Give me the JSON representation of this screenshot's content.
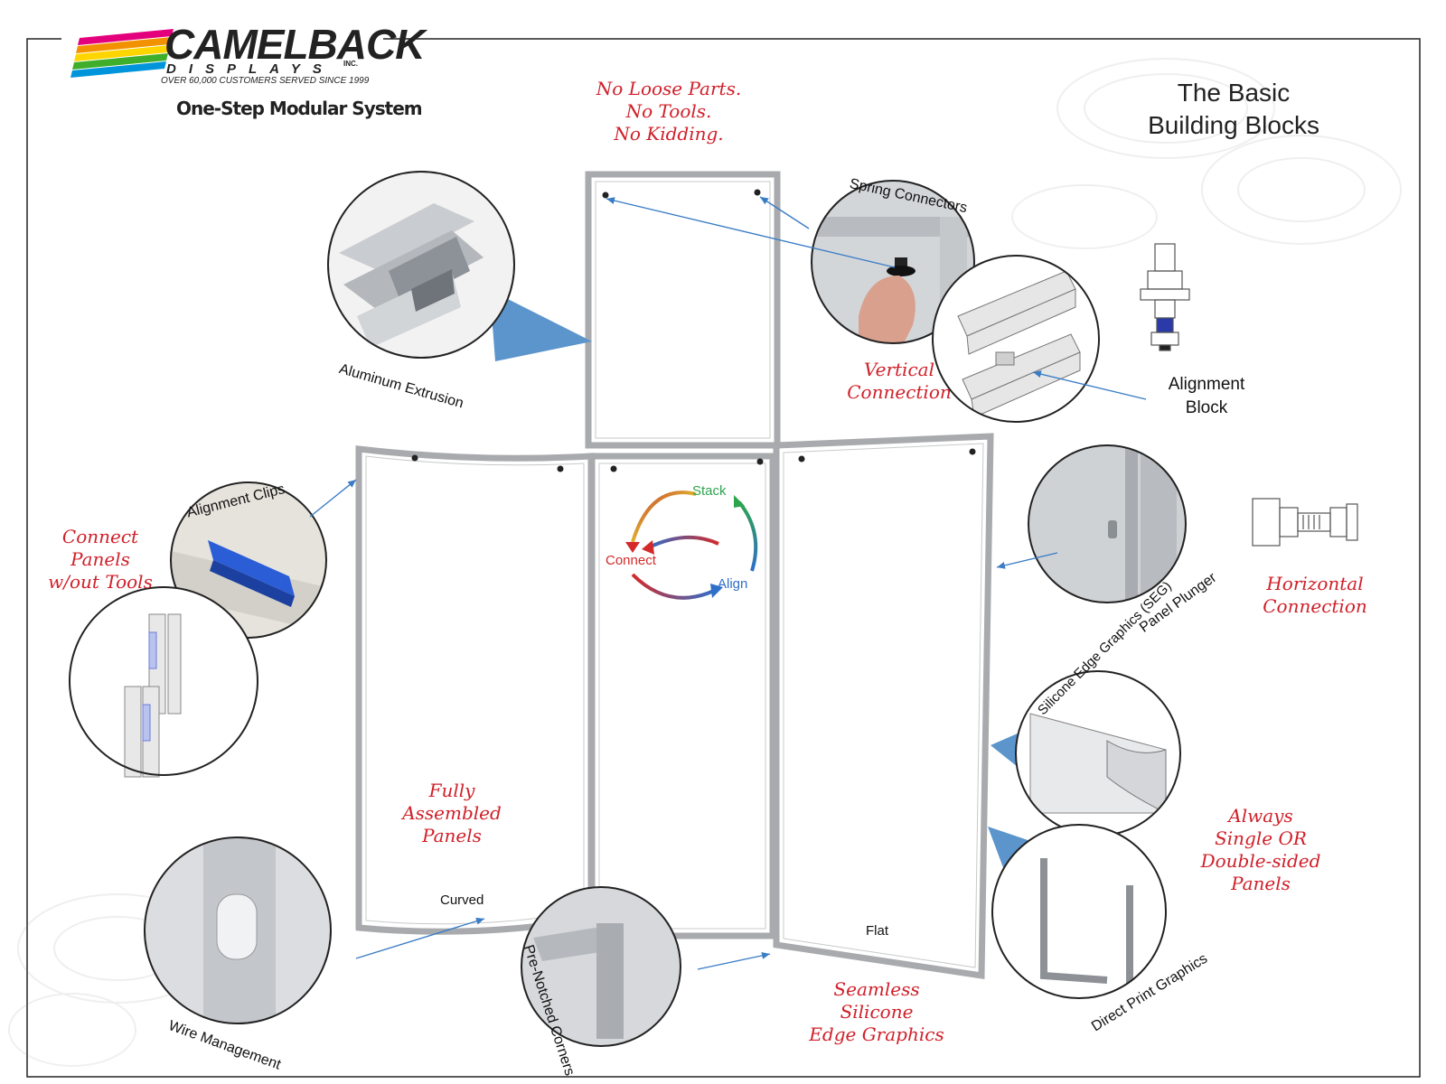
{
  "brand": {
    "name": "CAMELBACK",
    "sub": "DISPLAYS",
    "inc": "INC.",
    "tagline": "OVER 60,000 CUSTOMERS SERVED SINCE 1999",
    "system": "One-Step Modular System"
  },
  "title_lines": [
    "The Basic",
    "Building Blocks"
  ],
  "callouts": {
    "no_loose": [
      "No Loose Parts.",
      "No Tools.",
      "No Kidding."
    ],
    "vertical": [
      "Vertical",
      "Connection"
    ],
    "connect_panels": [
      "Connect",
      "Panels",
      "w/out Tools"
    ],
    "horizontal": [
      "Horizontal",
      "Connection"
    ],
    "fully_assembled": [
      "Fully",
      "Assembled",
      "Panels"
    ],
    "always": [
      "Always",
      "Single OR",
      "Double-sided",
      "Panels"
    ],
    "seamless": [
      "Seamless",
      "Silicone",
      "Edge Graphics"
    ]
  },
  "labels": {
    "aluminum_extrusion": "Aluminum Extrusion",
    "spring_connectors": "Spring Connectors",
    "alignment_block": [
      "Alignment",
      "Block"
    ],
    "alignment_clips": "Alignment Clips",
    "panel_plunger": "Panel Plunger",
    "seg": "Silicone Edge Graphics (SEG)",
    "direct_print": "Direct Print Graphics",
    "wire_management": "Wire Management",
    "pre_notched": "Pre-Notched Corners",
    "curved": "Curved",
    "flat": "Flat"
  },
  "cycle": {
    "stack": "Stack",
    "connect": "Connect",
    "align": "Align"
  },
  "colors": {
    "red": "#d0202a",
    "arrow": "#3a7cc6",
    "wedge": "#5b95cc",
    "frame": "#a8aaad",
    "stack": "#2ea44f",
    "connect": "#d42a2a",
    "align": "#2f6fc9"
  }
}
